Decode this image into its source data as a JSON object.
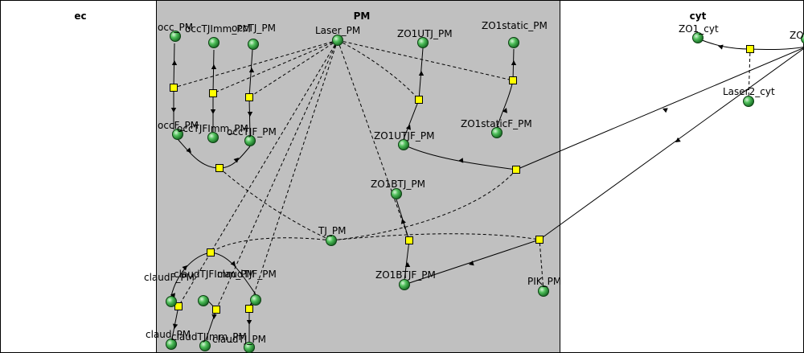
{
  "compartments": [
    {
      "key": "ec",
      "label": "ec"
    },
    {
      "key": "pm",
      "label": "PM"
    },
    {
      "key": "cyt",
      "label": "cyt"
    }
  ],
  "species": [
    {
      "key": "occ_PM",
      "label": "occ_PM"
    },
    {
      "key": "occTJImm_PM",
      "label": "occTJImm_PM"
    },
    {
      "key": "occTJ_PM",
      "label": "occTJ_PM"
    },
    {
      "key": "Laser_PM",
      "label": "Laser_PM"
    },
    {
      "key": "ZO1UTJ_PM",
      "label": "ZO1UTJ_PM"
    },
    {
      "key": "ZO1static_PM",
      "label": "ZO1static_PM"
    },
    {
      "key": "ZO1_cyt",
      "label": "ZO1_cyt"
    },
    {
      "key": "ZO_cut",
      "label": "ZO"
    },
    {
      "key": "Laser2_cyt",
      "label": "Laser2_cyt"
    },
    {
      "key": "occF_PM",
      "label": "occF_PM"
    },
    {
      "key": "occTJFImm_PM",
      "label": "occTJFImm_PM"
    },
    {
      "key": "occTJF_PM",
      "label": "occTJF_PM"
    },
    {
      "key": "ZO1staticF_PM",
      "label": "ZO1staticF_PM"
    },
    {
      "key": "ZO1UTJF_PM",
      "label": "ZO1UTJF_PM"
    },
    {
      "key": "ZO1BTJ_PM",
      "label": "ZO1BTJ_PM"
    },
    {
      "key": "TJ_PM",
      "label": "TJ_PM"
    },
    {
      "key": "claudF_PM",
      "label": "claudF_PM"
    },
    {
      "key": "claudTJFImm_PM",
      "label": "claudTJFImm_PM"
    },
    {
      "key": "claudTJF_PM",
      "label": "claudTJF_PM"
    },
    {
      "key": "ZO1BTJF_PM",
      "label": "ZO1BTJF_PM"
    },
    {
      "key": "PIK_PM",
      "label": "PIK_PM"
    },
    {
      "key": "claud_PM",
      "label": "claud_PM"
    },
    {
      "key": "claudTJImm_PM",
      "label": "claudTJImm_PM"
    },
    {
      "key": "claudTJ_PM",
      "label": "claudTJ_PM"
    }
  ],
  "colors": {
    "pm_fill": "#c0c0c0",
    "node_fill": "#2f9e3f",
    "reaction_fill": "#ffff00",
    "edge": "#000000"
  }
}
